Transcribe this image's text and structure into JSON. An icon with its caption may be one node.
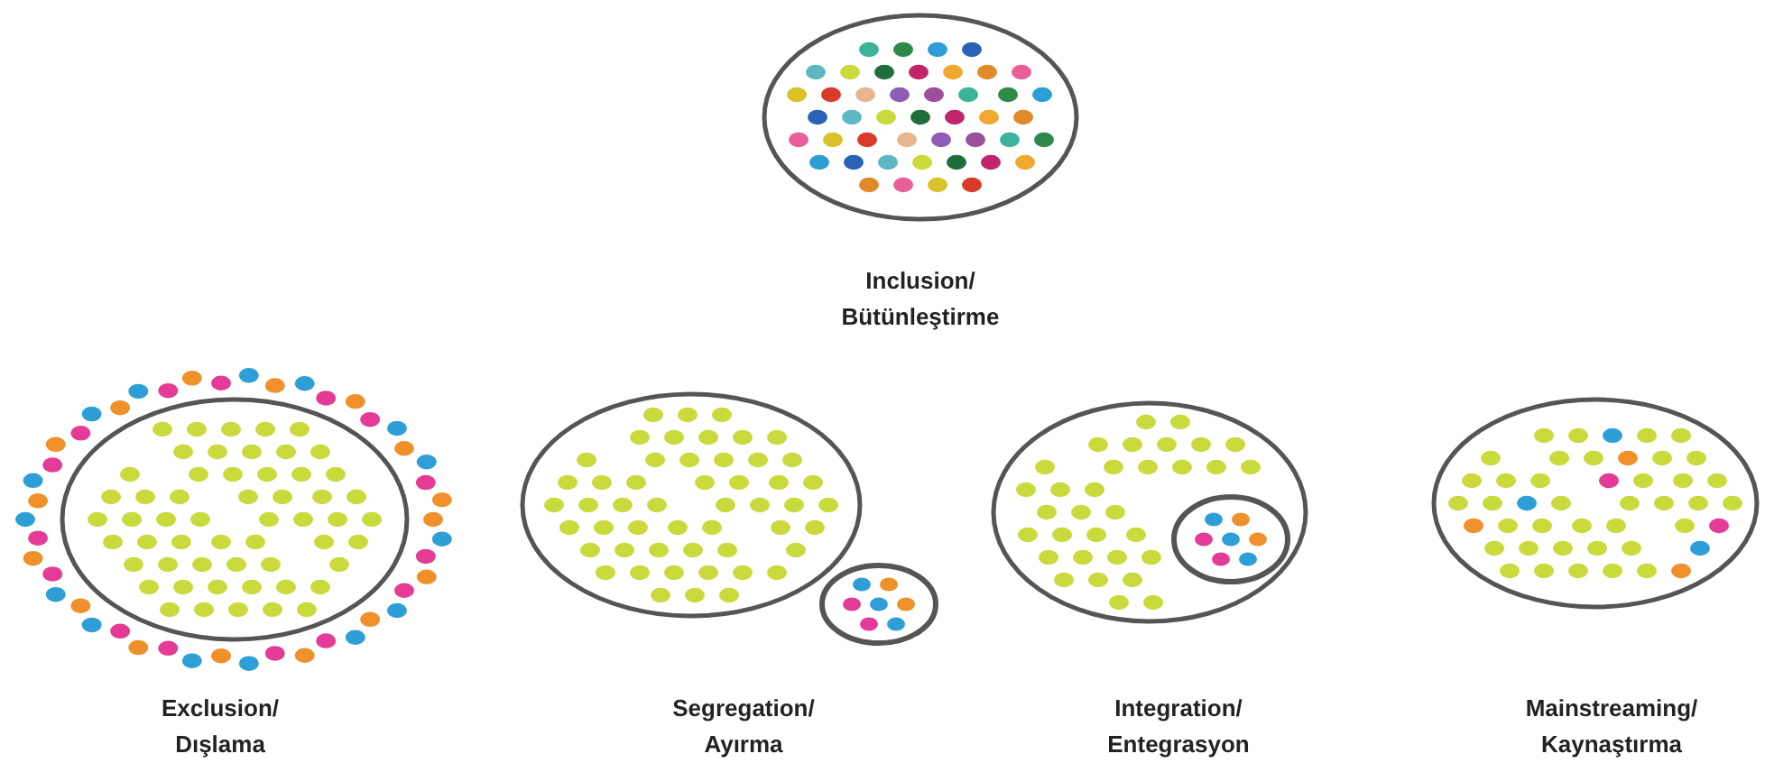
{
  "diagram": {
    "nodes": [
      {
        "text": [],
        "shape": "circle",
        "beside": [
          "Inclusion/ Bütünleştirme"
        ]
      },
      {
        "text": [],
        "shape": "circle",
        "beside": [
          "Exclusion/ Dışlama"
        ]
      },
      {
        "text": [],
        "shape": "circle",
        "beside": [
          "Segregation/ Ayırma"
        ]
      },
      {
        "text": [],
        "shape": "circle"
      },
      {
        "text": [],
        "shape": "circle",
        "beside": [
          "Integration/ Entegrasyon"
        ]
      },
      {
        "text": [],
        "shape": "circle",
        "in": 4
      },
      {
        "text": [],
        "shape": "circle",
        "beside": [
          "Mainstreaming/ Kaynaştırma"
        ]
      }
    ]
  }
}
